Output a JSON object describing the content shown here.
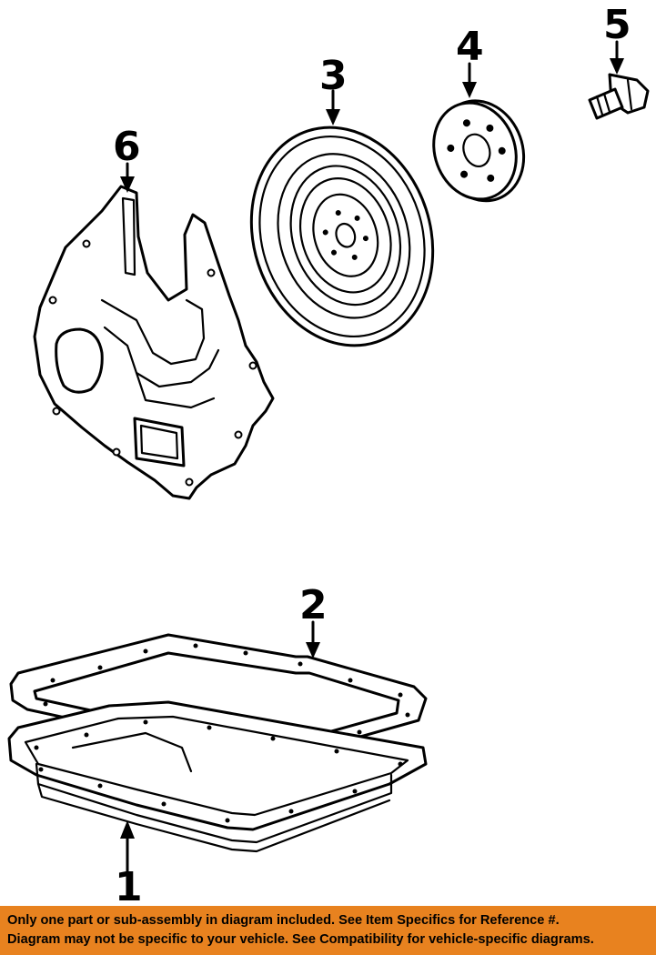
{
  "callouts": {
    "c1": "1",
    "c2": "2",
    "c3": "3",
    "c4": "4",
    "c5": "5",
    "c6": "6"
  },
  "banner": {
    "line1": "Only one part or sub-assembly in diagram included. See Item Specifics for Reference #.",
    "line2": "Diagram may not be specific to your vehicle. See Compatibility for vehicle-specific diagrams.",
    "background": "#e8821f"
  }
}
